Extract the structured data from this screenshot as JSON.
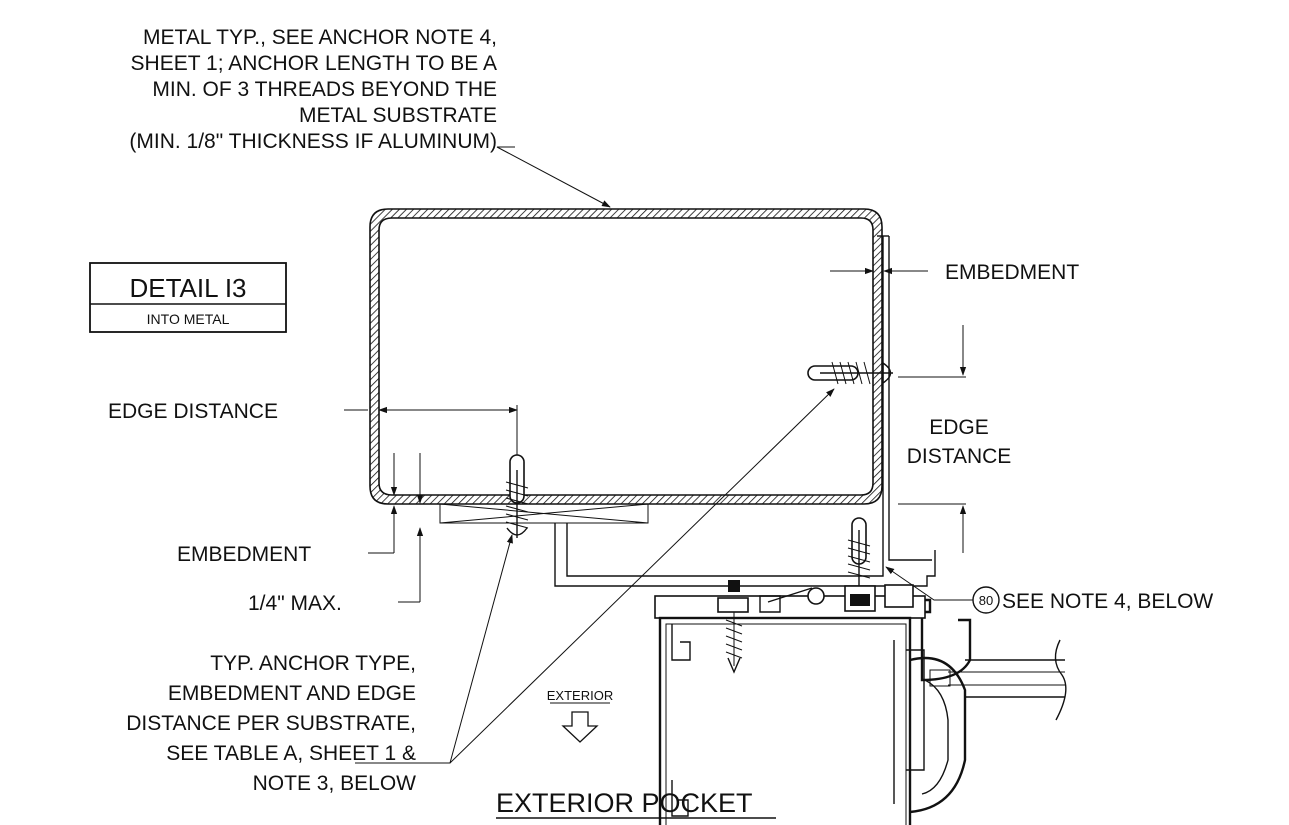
{
  "notes": {
    "metal_note": [
      "METAL TYP., SEE ANCHOR NOTE 4,",
      "SHEET 1; ANCHOR LENGTH TO BE A",
      "MIN. OF 3 THREADS BEYOND THE",
      "METAL SUBSTRATE",
      "(MIN. 1/8\" THICKNESS IF ALUMINUM)"
    ],
    "embedment_right": "EMBEDMENT",
    "edge_distance_left": "EDGE DISTANCE",
    "edge_distance_right": [
      "EDGE",
      "DISTANCE"
    ],
    "embedment_left": "EMBEDMENT",
    "quarter_max": "1/4\" MAX.",
    "see_note_4": "SEE NOTE 4, BELOW",
    "callout_number": "80",
    "anchor_note": [
      "TYP. ANCHOR TYPE,",
      "EMBEDMENT AND EDGE",
      "DISTANCE PER SUBSTRATE,",
      "SEE TABLE A, SHEET 1 &",
      "NOTE 3, BELOW"
    ],
    "exterior": "EXTERIOR"
  },
  "detail": {
    "title": "DETAIL I3",
    "subtitle": "INTO METAL"
  },
  "caption": "EXTERIOR POCKET"
}
